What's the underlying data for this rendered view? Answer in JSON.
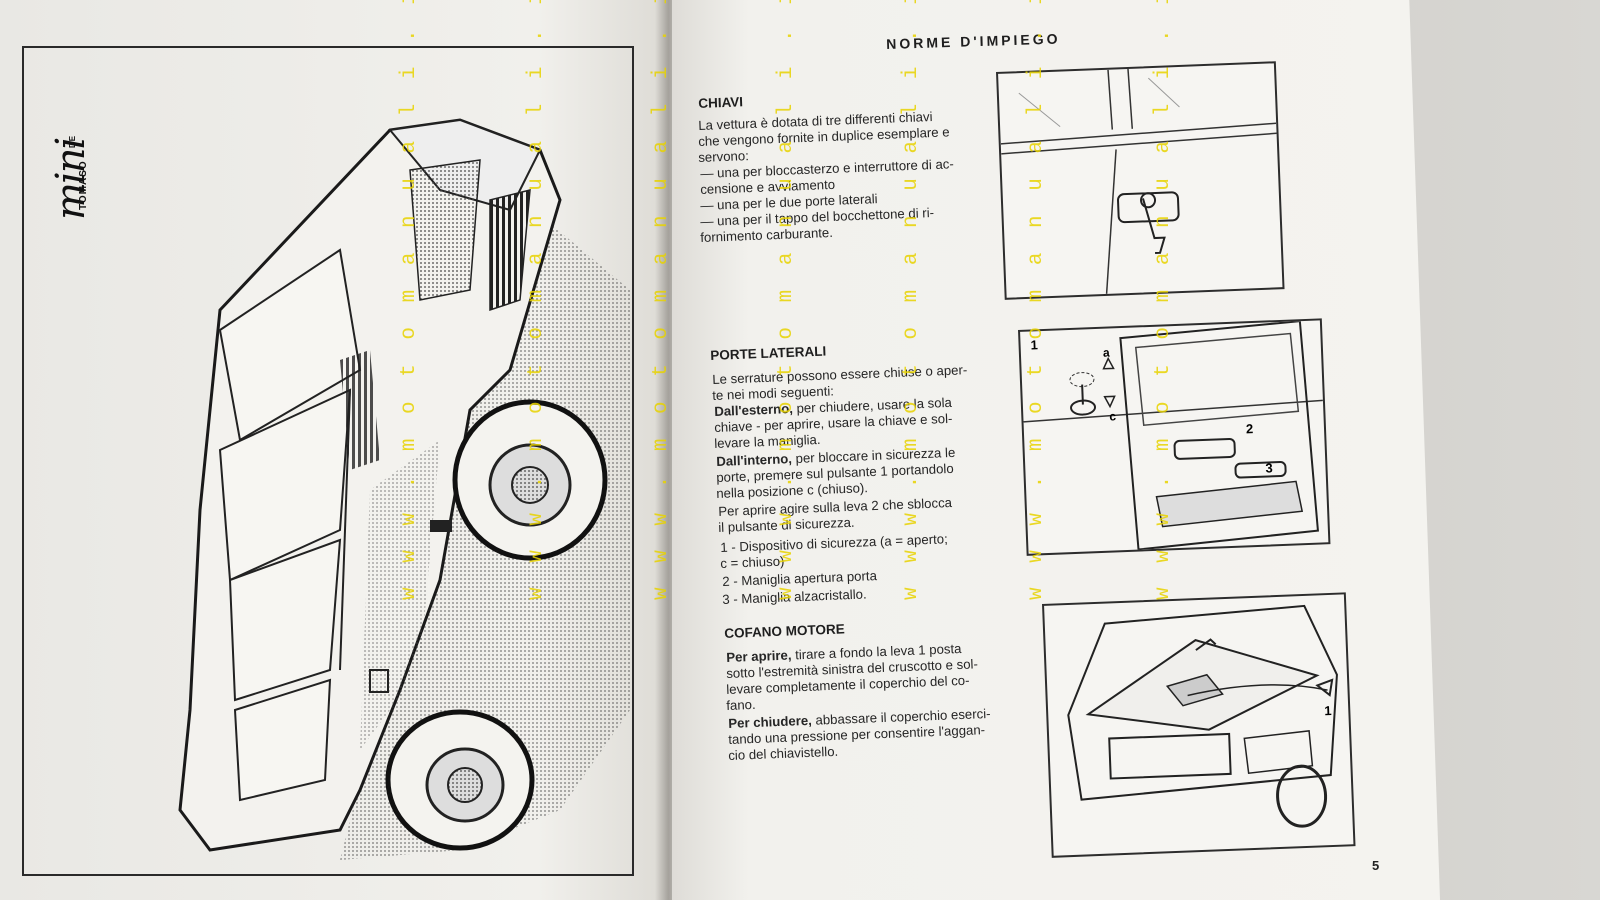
{
  "left_page": {
    "logo_script": "mini",
    "logo_de": "DE",
    "logo_brand": "TOMASO",
    "illustration": "car-three-quarter-view"
  },
  "right_page": {
    "header": "NORME D'IMPIEGO",
    "chiavi": {
      "title": "CHIAVI",
      "lines": [
        "La vettura è dotata di tre differenti chiavi",
        "che vengono fornite in duplice esemplare e",
        "servono:",
        "— una per bloccasterzo e interruttore di ac-",
        "     censione e avviamento",
        "— una per le due porte laterali",
        "— una per il tappo del bocchettone di ri-",
        "     fornimento carburante."
      ]
    },
    "porte": {
      "title": "PORTE LATERALI",
      "intro": [
        "Le serrature possono essere chiuse o aper-",
        "te nei modi seguenti:"
      ],
      "esterno_bold": "Dall'esterno,",
      "esterno_lines": [
        " per chiudere, usare la sola",
        "chiave - per aprire, usare la chiave e sol-",
        "levare la maniglia."
      ],
      "interno_bold": "Dall'interno,",
      "interno_lines": [
        " per bloccare in sicurezza le",
        "porte, premere sul pulsante 1 portandolo",
        "nella posizione c (chiuso)."
      ],
      "aprire_lines": [
        "Per aprire agire sulla leva 2 che sblocca",
        "il pulsante di sicurezza."
      ],
      "items": [
        "1 - Dispositivo di sicurezza (a = aperto;",
        "     c = chiuso)",
        "2 - Maniglia apertura porta",
        "3 - Maniglia alzacristallo."
      ]
    },
    "cofano": {
      "title": "COFANO MOTORE",
      "aprire_bold": "Per aprire,",
      "aprire_lines": [
        " tirare a fondo la leva 1 posta",
        "sotto l'estremità sinistra del cruscotto e sol-",
        "levare completamente il coperchio del co-",
        "fano."
      ],
      "chiudere_bold": "Per chiudere,",
      "chiudere_lines": [
        " abbassare il coperchio eserci-",
        "tando una pressione per consentire l'aggan-",
        "cio del chiavistello."
      ]
    },
    "fig_porte_labels": [
      "1",
      "a",
      "c",
      "2",
      "3"
    ],
    "fig_cofano_label": "1",
    "page_number": "5"
  },
  "watermark": "w w w . m o t o m a n u a l i . i t"
}
